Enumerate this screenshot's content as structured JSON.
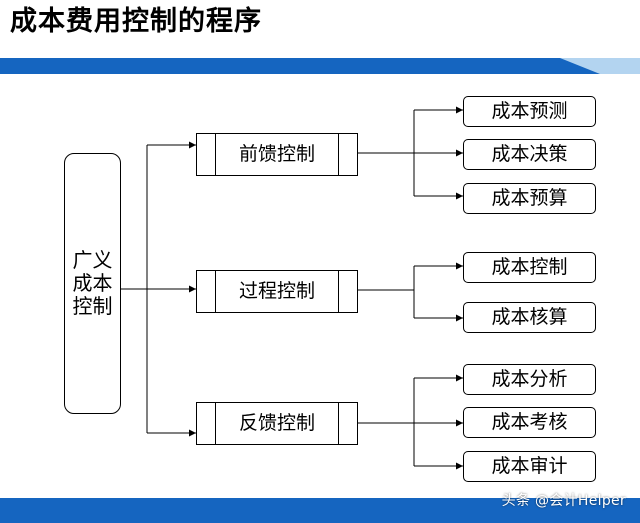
{
  "title": "成本费用控制的程序",
  "root": {
    "label": "广义成本控制"
  },
  "branches": [
    {
      "label": "前馈控制",
      "children": [
        "成本预测",
        "成本决策",
        "成本预算"
      ]
    },
    {
      "label": "过程控制",
      "children": [
        "成本控制",
        "成本核算"
      ]
    },
    {
      "label": "反馈控制",
      "children": [
        "成本分析",
        "成本考核",
        "成本审计"
      ]
    }
  ],
  "watermark": "头条 @会计Helper",
  "colors": {
    "band_blue": "#1565c0",
    "band_light": "#b3d4f0",
    "line": "#000000"
  }
}
